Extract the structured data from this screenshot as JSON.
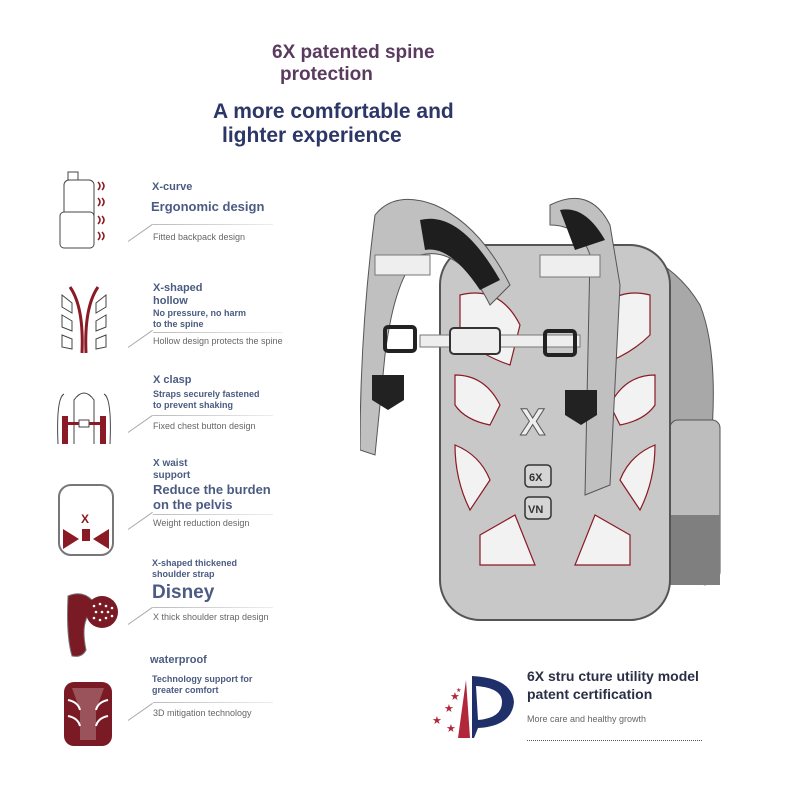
{
  "header": {
    "title_line1": "6X patented spine",
    "title_line2": "protection",
    "subtitle_line1": "A more comfortable and",
    "subtitle_line2": "lighter experience"
  },
  "features": [
    {
      "label": "X-curve",
      "headline": "Ergonomic design",
      "caption": "Fitted backpack design",
      "icon": "backpack-side-icon"
    },
    {
      "label_line1": "X-shaped",
      "label_line2": " hollow",
      "headline_line1": "No pressure, no harm",
      "headline_line2": " to the spine",
      "caption": "Hollow design protects the spine",
      "icon": "x-hollow-icon"
    },
    {
      "label": "X clasp",
      "headline_line1": "Straps securely fastened",
      "headline_line2": " to prevent shaking",
      "caption": "Fixed chest button design",
      "icon": "chest-clasp-icon"
    },
    {
      "label_line1": "X waist",
      "label_line2": " support",
      "headline_line1": "Reduce the burden",
      "headline_line2": " on the pelvis",
      "caption": "Weight reduction design",
      "icon": "waist-support-icon"
    },
    {
      "label_line1": "X-shaped thickened",
      "label_line2": " shoulder strap",
      "headline": "Disney",
      "caption": "X thick shoulder strap design",
      "icon": "shoulder-strap-icon"
    },
    {
      "label": "waterproof",
      "headline_line1": "Technology support for",
      "headline_line2": " greater comfort",
      "caption": "3D mitigation technology",
      "icon": "back-panel-icon"
    }
  ],
  "product": {
    "badge_1": "6X",
    "badge_2": "VN"
  },
  "patent": {
    "line1": "6X   stru cture utility model",
    "line2": "patent certification",
    "caption": "More care and healthy growth"
  },
  "colors": {
    "accent_red": "#7a1a24",
    "navy": "#2c3768",
    "label": "#4b5b82"
  }
}
